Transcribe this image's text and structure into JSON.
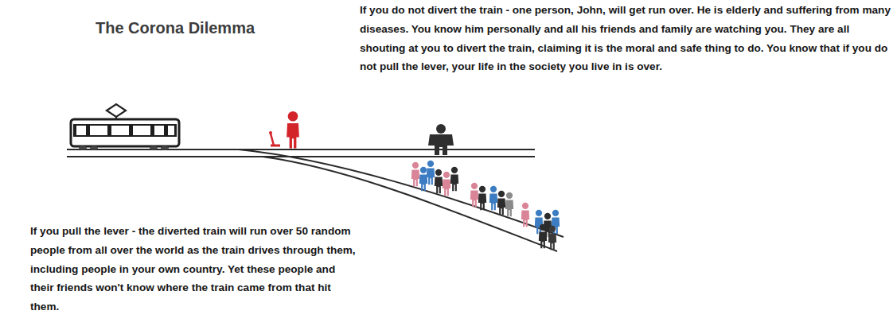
{
  "diagram": {
    "title": "The Corona Dilemma",
    "labels": [
      "If you do not divert the train - one person, John, will get run over. He is elderly and suffering from many diseases. You know him personally and all his friends and family are watching you. They are all shouting at you to divert the train, claiming it is the moral and safe thing to do. You know that if you do not pull the lever, your life in the society you live in is over.",
      "If you pull the lever - the diverted train will run over 50 random people from all over the world as the train drives through them, including people in your own country. Yet these people and their friends won't know where the train came from that hit them."
    ]
  }
}
